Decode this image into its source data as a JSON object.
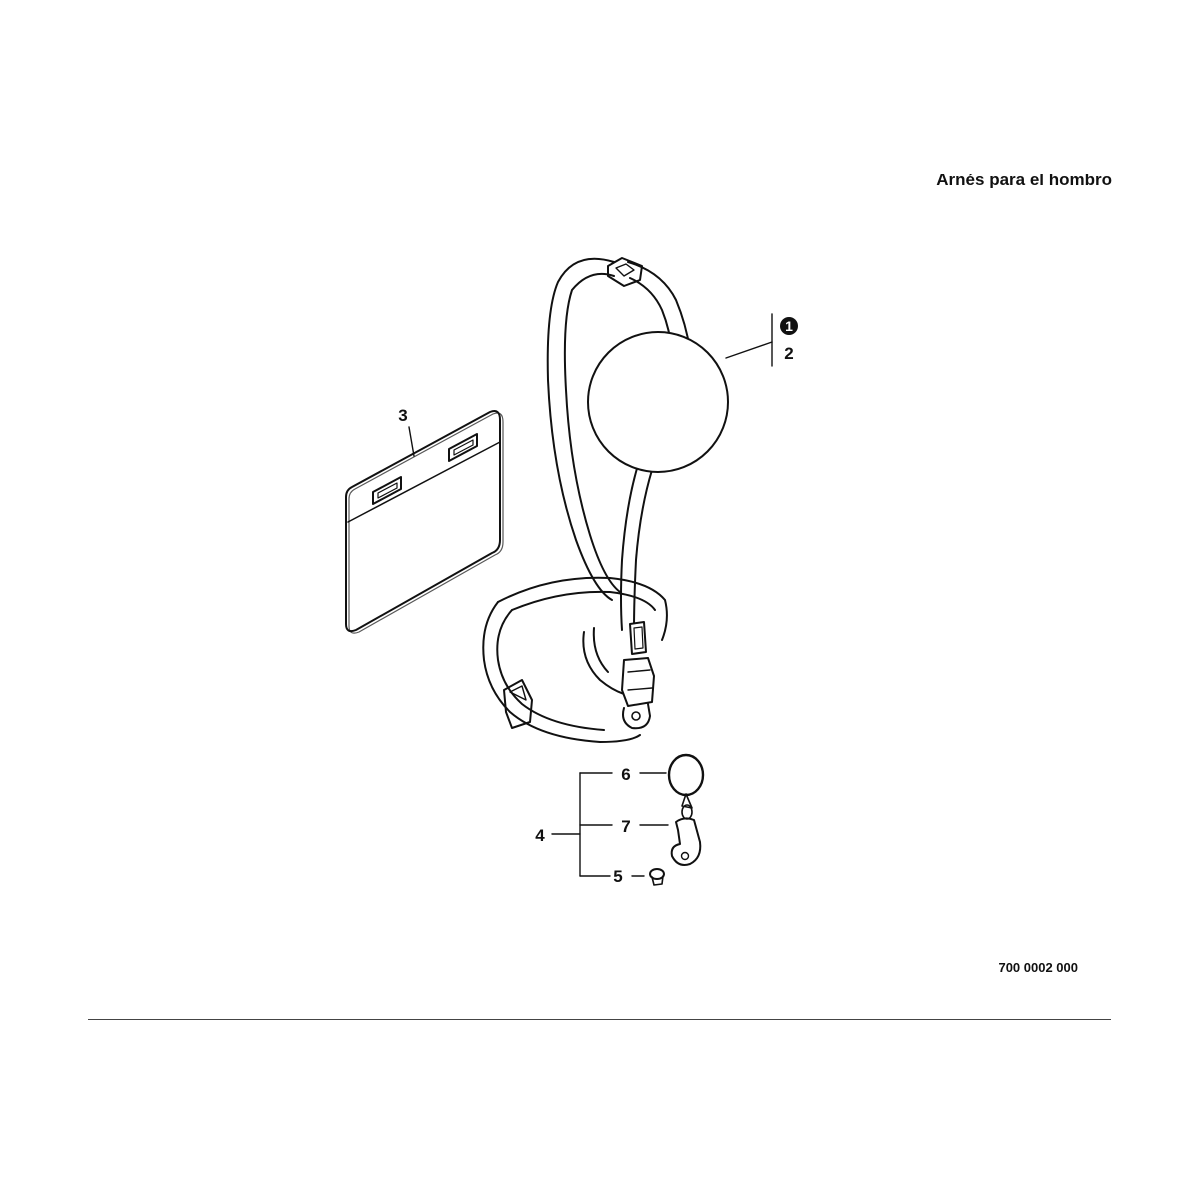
{
  "title": "Arnés para el hombro",
  "part_number": "700 0002 000",
  "callouts": {
    "harness_ref": "1",
    "shoulder_pad": "2",
    "instruction_card": "3",
    "hook_kit": "4",
    "screw": "5",
    "ring": "6",
    "clip": "7"
  },
  "colors": {
    "ink": "#111111",
    "background": "#ffffff"
  }
}
